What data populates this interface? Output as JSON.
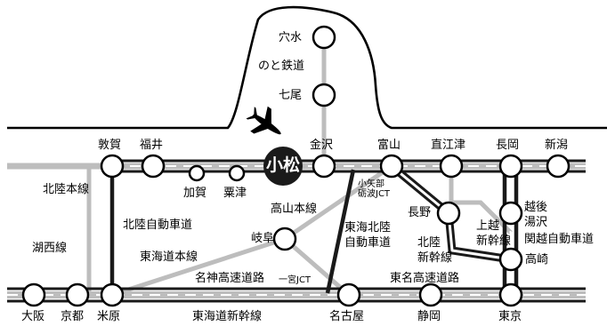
{
  "stations": {
    "anamizu": "穴水",
    "nanao": "七尾",
    "tsuruga": "敦賀",
    "fukui": "福井",
    "kaga": "加賀",
    "awazu": "粟津",
    "komatsu": "小松",
    "kanazawa": "金沢",
    "toyama": "富山",
    "naoetsu": "直江津",
    "nagaoka": "長岡",
    "niigata": "新潟",
    "gifu": "岐阜",
    "nagano": "長野",
    "echigo_yuzawa": "越後\n湯沢",
    "takasaki": "高崎",
    "osaka": "大阪",
    "kyoto": "京都",
    "maibara": "米原",
    "nagoya": "名古屋",
    "shizuoka": "静岡",
    "tokyo": "東京"
  },
  "routes": {
    "noto": "のと鉄道",
    "hokuriku_main": "北陸本線",
    "hokuriku_expressway": "北陸自動車道",
    "kosei": "湖西線",
    "takayama_main": "高山本線",
    "tokaido_main": "東海道本線",
    "meishin": "名神高速道路",
    "ichinomiya_jct": "一宮JCT",
    "tokai_hokuriku": "東海北陸\n自動車道",
    "oyabe_tonami_jct": "小矢部\n砺波JCT",
    "hokuriku_shinkansen": "北陸\n新幹線",
    "joetsu_shinkansen": "上越\n新幹線",
    "kanetsu": "関越自動車道",
    "tomei": "東名高速道路",
    "tokaido_shinkansen": "東海道新幹線"
  },
  "colors": {
    "rail_gray": "#bdbdbd",
    "line_black": "#1a1a1a",
    "hub_fill": "#1a1a1a",
    "station_fill": "#ffffff"
  }
}
